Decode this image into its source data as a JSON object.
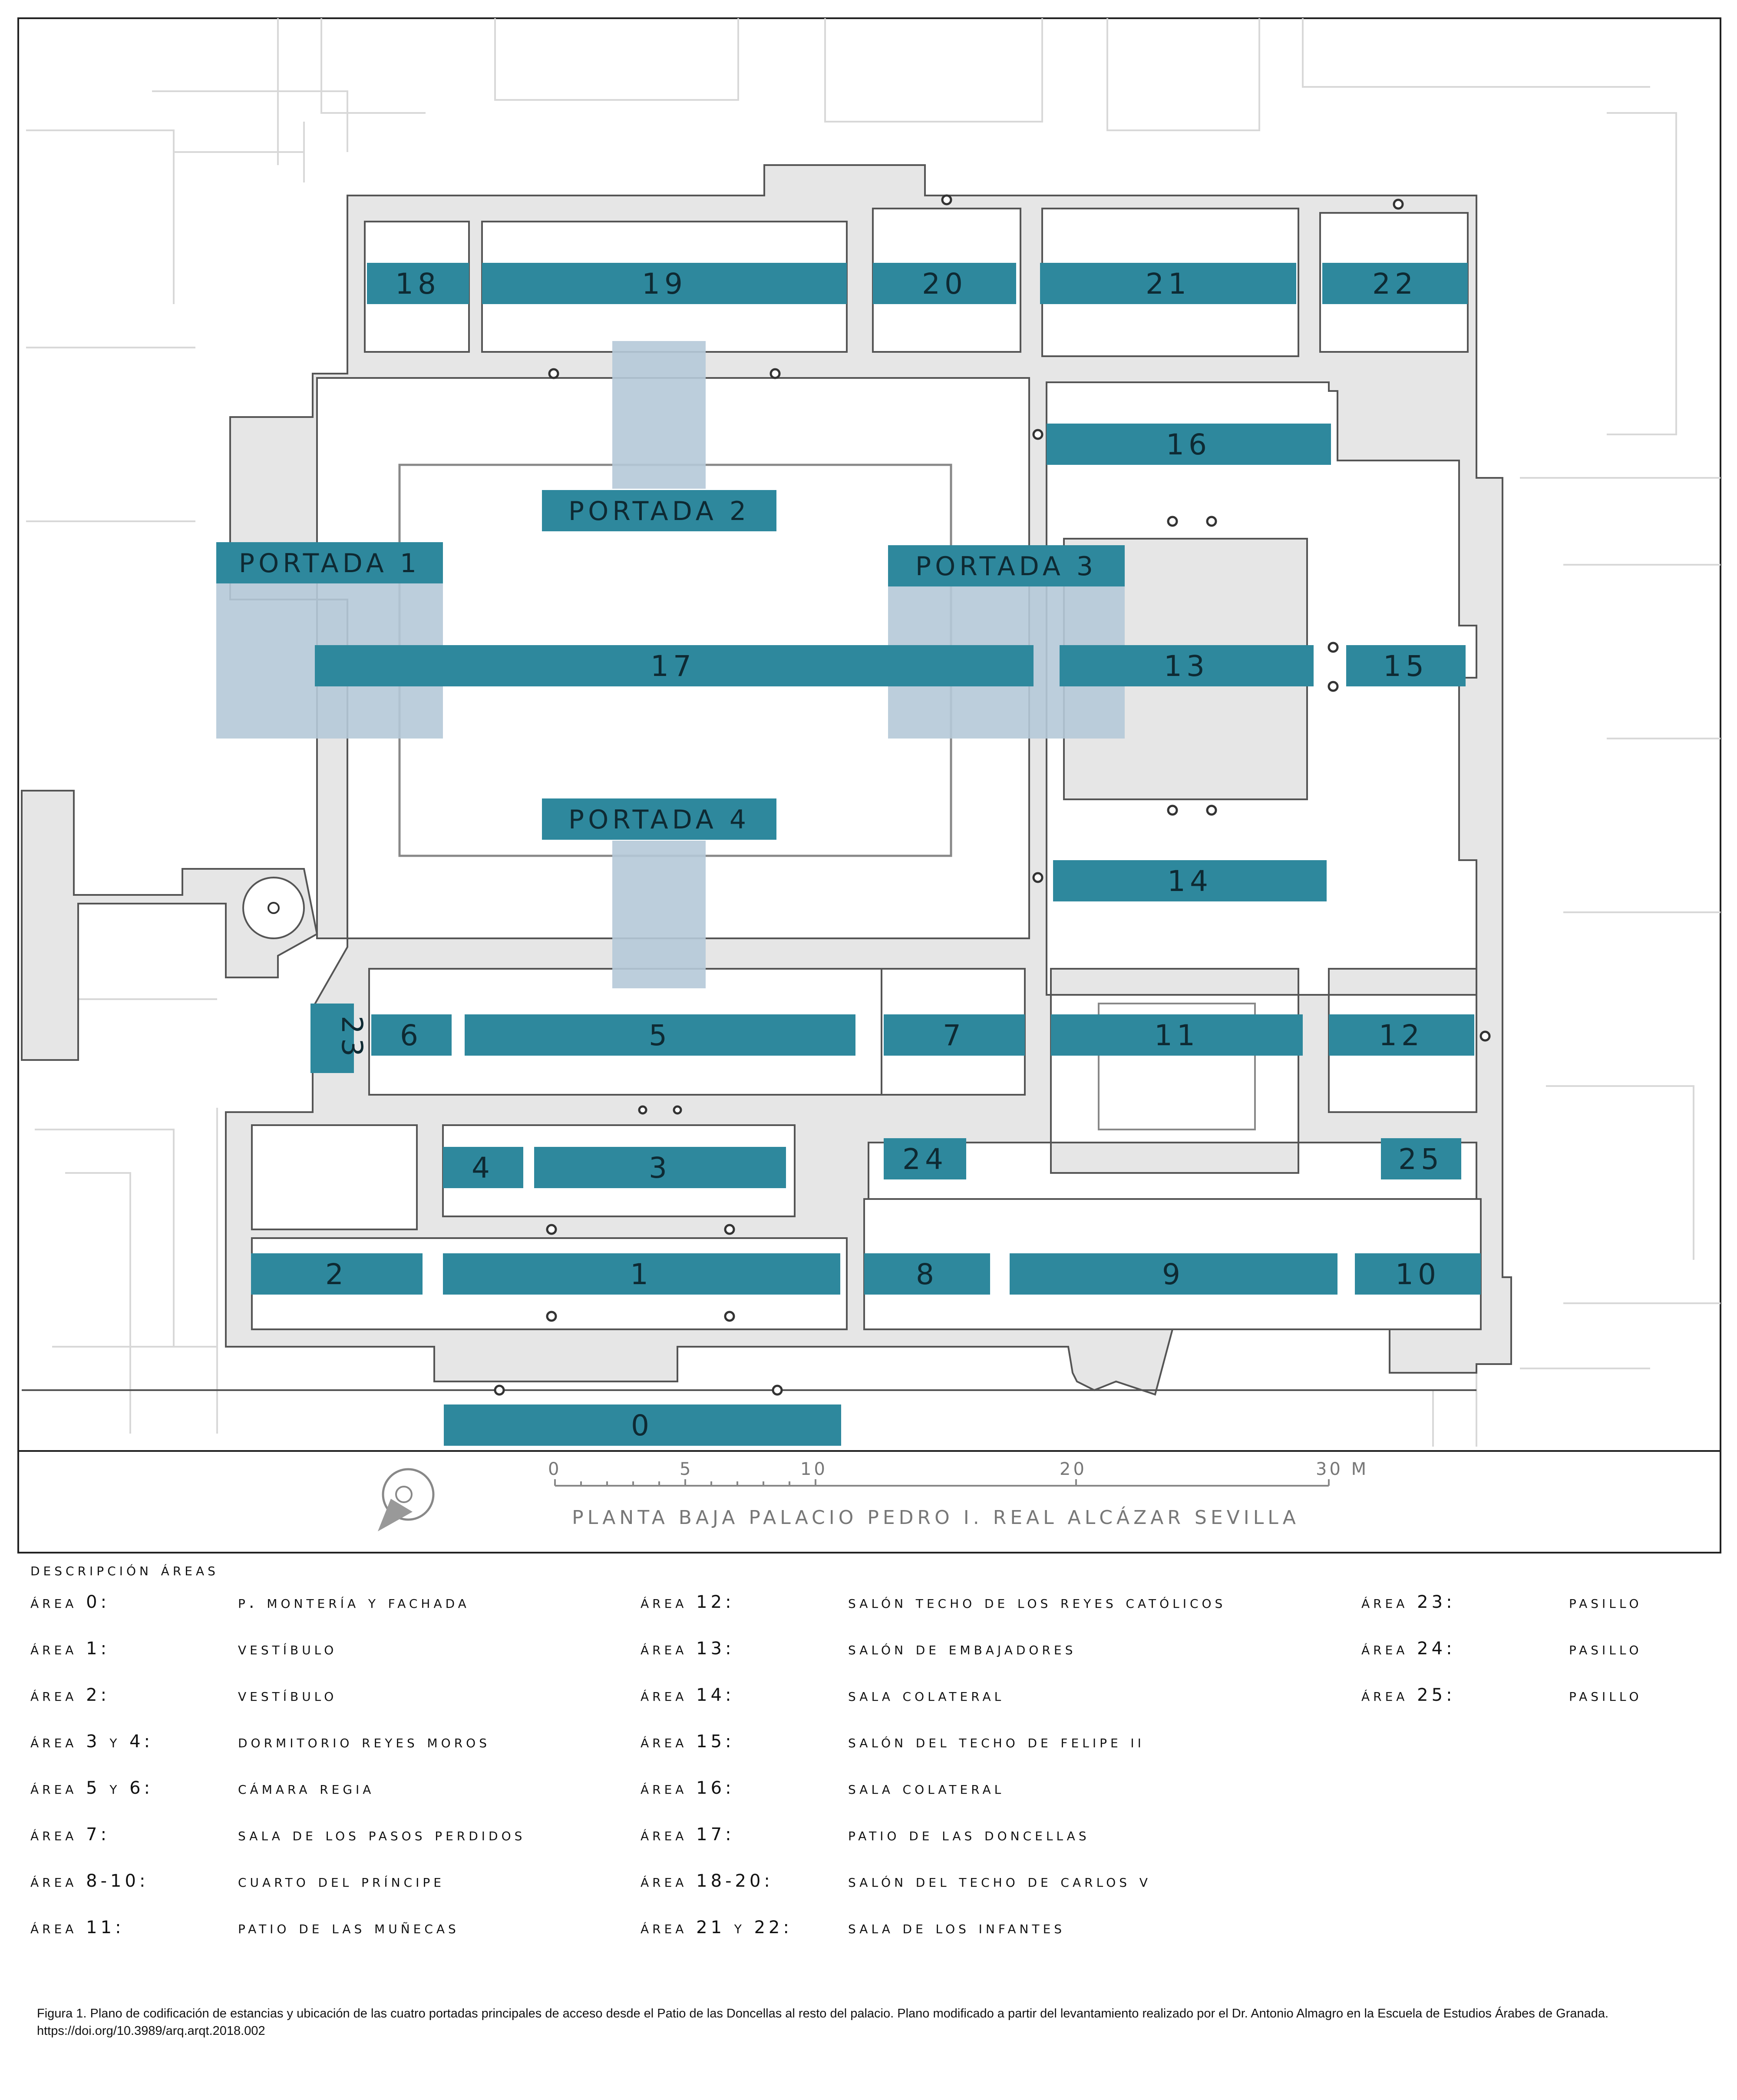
{
  "areas": {
    "a0": "0",
    "a1": "1",
    "a2": "2",
    "a3": "3",
    "a4": "4",
    "a5": "5",
    "a6": "6",
    "a7": "7",
    "a8": "8",
    "a9": "9",
    "a10": "10",
    "a11": "11",
    "a12": "12",
    "a13": "13",
    "a14": "14",
    "a15": "15",
    "a16": "16",
    "a17": "17",
    "a18": "18",
    "a19": "19",
    "a20": "20",
    "a21": "21",
    "a22": "22",
    "a23": "23",
    "a24": "24",
    "a25": "25"
  },
  "portadas": {
    "p1": "PORTADA 1",
    "p2": "PORTADA 2",
    "p3": "PORTADA 3",
    "p4": "PORTADA 4"
  },
  "scale": {
    "ticks": [
      "0",
      "5",
      "10",
      "20",
      "30 M"
    ],
    "title": "PLANTA BAJA PALACIO PEDRO I. REAL ALCÁZAR SEVILLA"
  },
  "colors": {
    "label_fill": "#2e889d",
    "portada_fill": "#b5c9d8",
    "wall_fill": "#e6e6e6",
    "wall_stroke": "#555555"
  },
  "legend": {
    "heading": "descripción áreas",
    "col1": [
      {
        "k": "área 0:",
        "v": "p. montería y fachada"
      },
      {
        "k": "área 1:",
        "v": "vestíbulo"
      },
      {
        "k": "área 2:",
        "v": "vestíbulo"
      },
      {
        "k": "área 3 y 4:",
        "v": "dormitorio reyes moros"
      },
      {
        "k": "área 5 y 6:",
        "v": "cámara regia"
      },
      {
        "k": "área 7:",
        "v": "sala de los pasos perdidos"
      },
      {
        "k": "área 8-10:",
        "v": "cuarto del príncipe"
      },
      {
        "k": "área 11:",
        "v": "patio de las muñecas"
      }
    ],
    "col2": [
      {
        "k": "área 12:",
        "v": "salón techo de los reyes católicos"
      },
      {
        "k": "área 13:",
        "v": "salón de embajadores"
      },
      {
        "k": "área 14:",
        "v": "sala colateral"
      },
      {
        "k": "área 15:",
        "v": "salón del techo de felipe ii"
      },
      {
        "k": "área 16:",
        "v": "sala colateral"
      },
      {
        "k": "área 17:",
        "v": "patio de las doncellas"
      },
      {
        "k": "área 18-20:",
        "v": "salón del techo de carlos v"
      },
      {
        "k": "área 21 y 22:",
        "v": "sala de los infantes"
      }
    ],
    "col3": [
      {
        "k": "área 23:",
        "v": "pasillo"
      },
      {
        "k": "área 24:",
        "v": "pasillo"
      },
      {
        "k": "área 25:",
        "v": "pasillo"
      }
    ]
  },
  "caption": {
    "line1": "Figura 1. Plano de codificación de estancias y ubicación de las cuatro portadas principales de acceso desde el Patio de las Doncellas al resto del palacio. Plano modificado a partir del levantamiento realizado por el Dr. Antonio Almagro en la Escuela de Estudios Árabes de Granada.",
    "line2": "https://doi.org/10.3989/arq.arqt.2018.002"
  }
}
